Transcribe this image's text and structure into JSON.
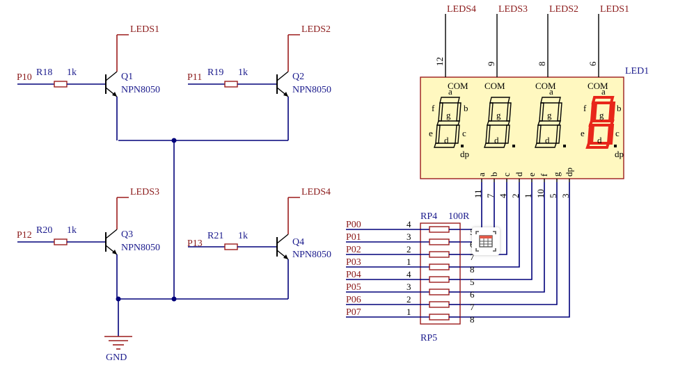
{
  "transistors": [
    {
      "id": "q1",
      "name": "Q1",
      "model": "NPN8050",
      "resistor": "R18",
      "value": "1k",
      "port": "P10",
      "collector_net": "LEDS1"
    },
    {
      "id": "q2",
      "name": "Q2",
      "model": "NPN8050",
      "resistor": "R19",
      "value": "1k",
      "port": "P11",
      "collector_net": "LEDS2"
    },
    {
      "id": "q3",
      "name": "Q3",
      "model": "NPN8050",
      "resistor": "R20",
      "value": "1k",
      "port": "P12",
      "collector_net": "LEDS3"
    },
    {
      "id": "q4",
      "name": "Q4",
      "model": "NPN8050",
      "resistor": "R21",
      "value": "1k",
      "port": "P13",
      "collector_net": "LEDS4"
    }
  ],
  "ground": "GND",
  "display": {
    "designator": "LED1",
    "commons": [
      {
        "net": "LEDS4",
        "pin": "12"
      },
      {
        "net": "LEDS3",
        "pin": "9"
      },
      {
        "net": "LEDS2",
        "pin": "8"
      },
      {
        "net": "LEDS1",
        "pin": "6"
      }
    ],
    "com_label": "COM",
    "segments": [
      "a",
      "b",
      "c",
      "d",
      "e",
      "f",
      "g",
      "dp"
    ],
    "segment_pins": [
      "11",
      "7",
      "4",
      "2",
      "1",
      "10",
      "5",
      "3"
    ],
    "highlight_color": "#e8261a",
    "body_color": "#fff8c0"
  },
  "resistor_packs": {
    "top": "RP4",
    "value": "100R",
    "bottom": "RP5",
    "ports": [
      "P00",
      "P01",
      "P02",
      "P03",
      "P04",
      "P05",
      "P06",
      "P07"
    ],
    "left_pins": [
      "4",
      "3",
      "2",
      "1",
      "4",
      "3",
      "2",
      "1"
    ],
    "right_pins": [
      "5",
      "6",
      "7",
      "8",
      "5",
      "6",
      "7",
      "8"
    ]
  },
  "tool_icon": "table-icon"
}
